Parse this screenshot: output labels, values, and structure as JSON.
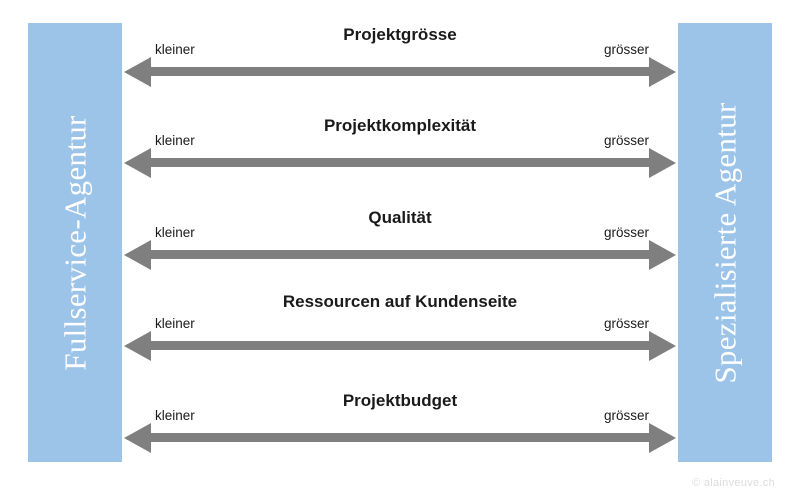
{
  "diagram": {
    "type": "double-ended-arrow-spectrum",
    "left_axis_label": "Fullservice-Agentur",
    "right_axis_label": "Spezialisierte Agentur",
    "min_label": "kleiner",
    "max_label": "grösser",
    "colors": {
      "bar": "#9cc3e8",
      "arrow": "#7f7f7f",
      "text": "#1a1a1a",
      "watermark": "#dcdcdc",
      "background": "#ffffff"
    },
    "rows": [
      {
        "title": "Projektgrösse",
        "min": "kleiner",
        "max": "grösser"
      },
      {
        "title": "Projektkomplexität",
        "min": "kleiner",
        "max": "grösser"
      },
      {
        "title": "Qualität",
        "min": "kleiner",
        "max": "grösser"
      },
      {
        "title": "Ressourcen auf Kundenseite",
        "min": "kleiner",
        "max": "grösser"
      },
      {
        "title": "Projektbudget",
        "min": "kleiner",
        "max": "grösser"
      }
    ]
  },
  "watermark": {
    "text": "© alainveuve.ch"
  }
}
